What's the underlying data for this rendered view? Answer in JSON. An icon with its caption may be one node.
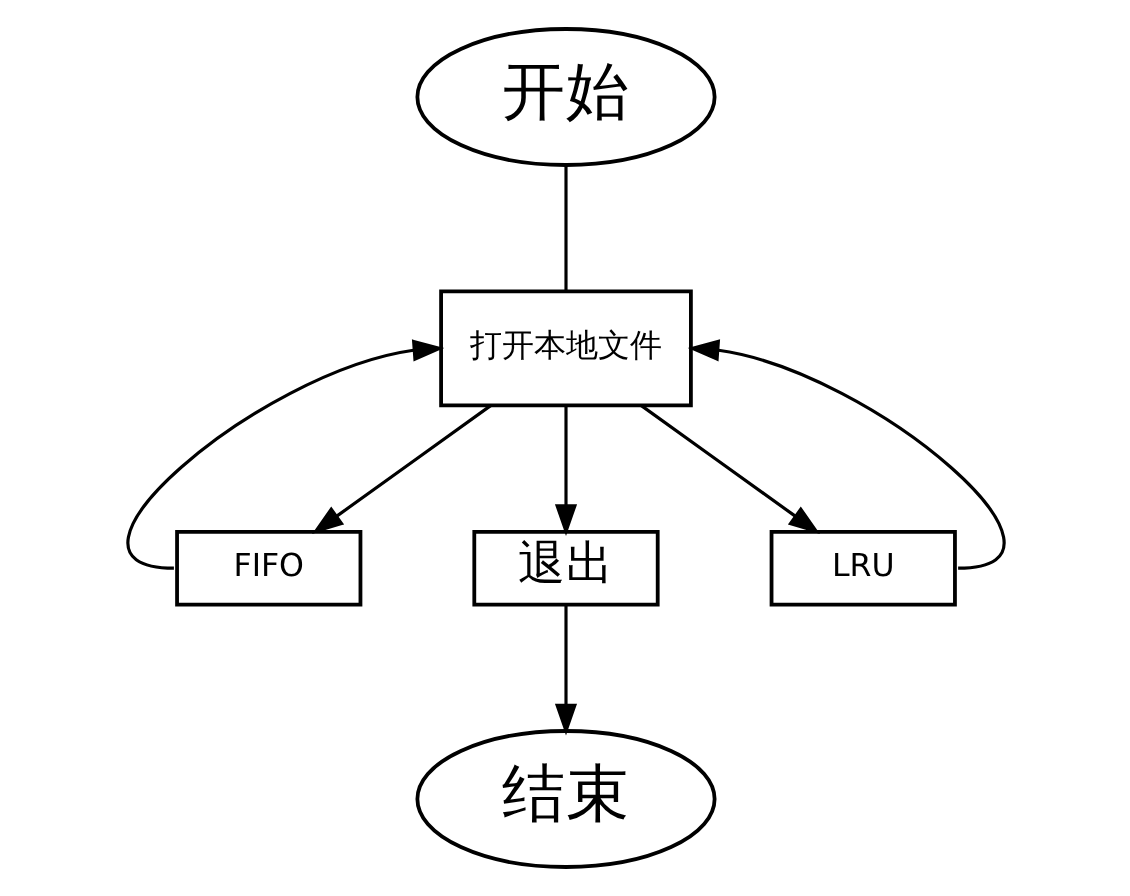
{
  "diagram": {
    "nodes": [
      {
        "text": [
          "开始"
        ]
      },
      {
        "text": [
          "打开本地文件"
        ]
      },
      {
        "text": [
          "FIFO"
        ]
      },
      {
        "text": [
          "退出"
        ]
      },
      {
        "text": [
          "LRU"
        ]
      },
      {
        "text": [
          "结束"
        ]
      }
    ],
    "edges": [
      {
        "from": 0,
        "to": 1,
        "arrow": "none"
      },
      {
        "from": 1,
        "to": 2,
        "arrow": "to"
      },
      {
        "from": 1,
        "to": 3,
        "arrow": "to"
      },
      {
        "from": 1,
        "to": 4,
        "arrow": "to"
      },
      {
        "from": 2,
        "to": 1,
        "arrow": "to"
      },
      {
        "from": 4,
        "to": 1,
        "arrow": "to"
      },
      {
        "from": 3,
        "to": 5,
        "arrow": "to"
      }
    ]
  }
}
